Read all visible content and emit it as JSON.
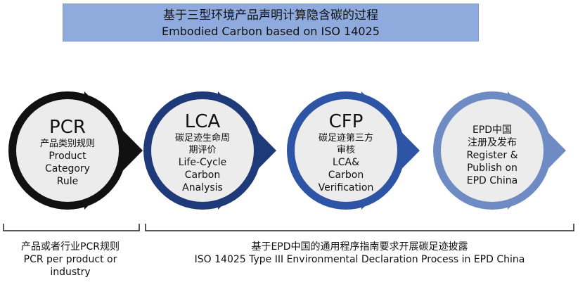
{
  "title": {
    "zh": "基于三型环境产品声明计算隐含碳的过程",
    "en": "Embodied Carbon based on ISO 14025"
  },
  "steps": [
    {
      "abbr": "PCR",
      "zh": "产品类别规则",
      "en_lines": [
        "Product",
        "Category",
        "Rule"
      ],
      "color": "#111111"
    },
    {
      "abbr": "LCA",
      "zh_lines": [
        "碳足迹生命周",
        "期评价"
      ],
      "en_lines": [
        "Life-Cycle",
        "Carbon",
        "Analysis"
      ],
      "color": "#1f3a78"
    },
    {
      "abbr": "CFP",
      "zh_lines": [
        "碳足迹第三方",
        "审核"
      ],
      "en_lines": [
        "LCA&",
        "Carbon",
        "Verification"
      ],
      "color": "#2e54a5"
    },
    {
      "abbr_zh": "EPD中国",
      "zh": "注册及发布",
      "en_lines": [
        "Register &",
        "Publish on",
        "EPD China"
      ],
      "color": "#6f8bc4"
    }
  ],
  "brackets": {
    "left": {
      "zh": "产品或者行业PCR规则",
      "en_lines": [
        "PCR per product or",
        "industry"
      ]
    },
    "right": {
      "zh": "基于EPD中国的通用程序指南要求开展碳足迹披露",
      "en": "ISO 14025 Type III Environmental Declaration Process in EPD China"
    }
  }
}
